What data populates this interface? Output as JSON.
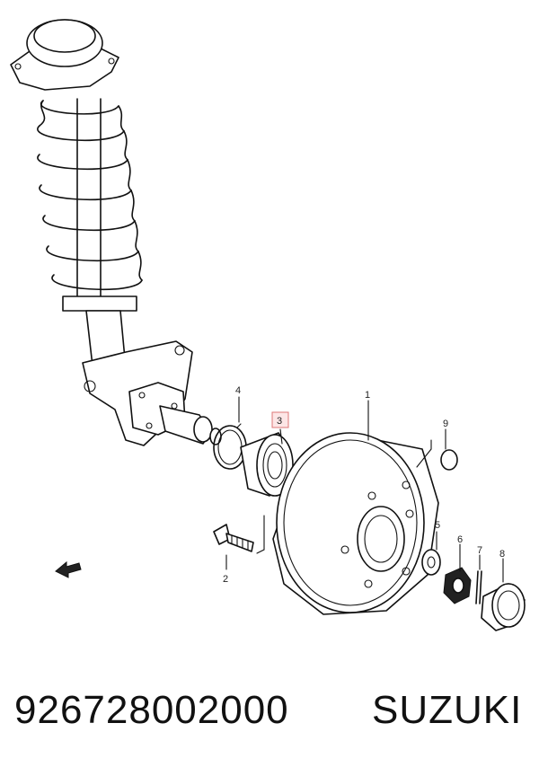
{
  "diagram": {
    "callouts": [
      {
        "id": "1",
        "label": "1"
      },
      {
        "id": "2",
        "label": "2"
      },
      {
        "id": "3",
        "label": "3",
        "highlighted": true
      },
      {
        "id": "4",
        "label": "4"
      },
      {
        "id": "5",
        "label": "5"
      },
      {
        "id": "6",
        "label": "6"
      },
      {
        "id": "7",
        "label": "7"
      },
      {
        "id": "8",
        "label": "8"
      },
      {
        "id": "9",
        "label": "9"
      }
    ],
    "highlight_color": "#fde6e6",
    "line_color": "#111111"
  },
  "caption": {
    "part_number": "926728002000",
    "brand": "SUZUKI"
  }
}
